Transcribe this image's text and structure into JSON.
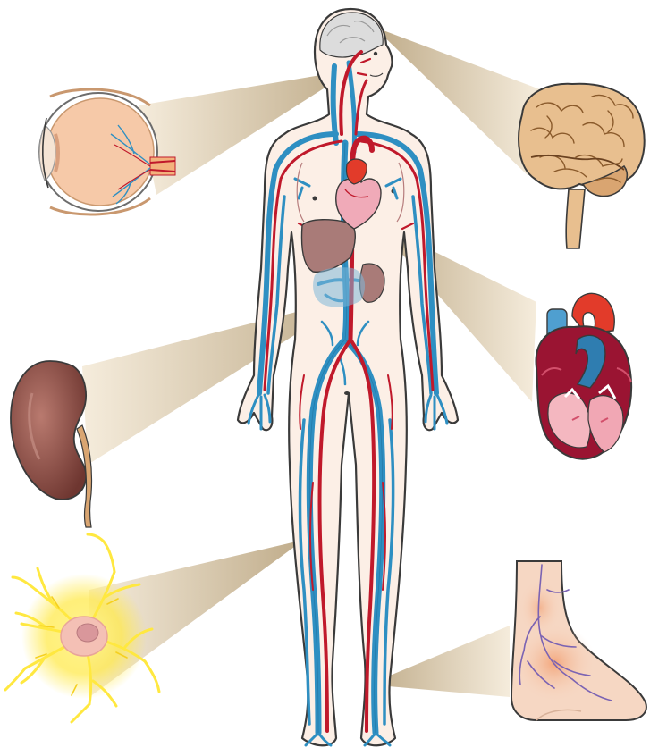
{
  "diagram": {
    "colors": {
      "background": "#ffffff",
      "skin": "#fcefe6",
      "skin_outline": "#3a3a3a",
      "vein": "#2e8fc2",
      "vein_dark": "#1f6e99",
      "artery": "#c0192b",
      "callout_beam_light": "#f4ead8",
      "callout_beam_dark": "#b8a27c",
      "brain": "#e8bf8f",
      "brain_line": "#8a5a2b",
      "brain_head": "#dcdcdc",
      "liver": "#a97b78",
      "heart": "#e23b2a",
      "heart_inner": "#d24f6b",
      "kidney": "#8a4b43",
      "kidney_light": "#b97a6f",
      "eye": "#f6c9a8",
      "cell_glow": "#ffe840",
      "foot_skin": "#f6d7c3",
      "foot_vein": "#7b63b3"
    },
    "callouts": [
      {
        "id": "eye",
        "icon": "eye-icon"
      },
      {
        "id": "brain",
        "icon": "brain-icon"
      },
      {
        "id": "kidney",
        "icon": "kidney-icon"
      },
      {
        "id": "heart",
        "icon": "heart-icon"
      },
      {
        "id": "cell",
        "icon": "nerve-cell-icon"
      },
      {
        "id": "foot",
        "icon": "foot-icon"
      }
    ]
  }
}
